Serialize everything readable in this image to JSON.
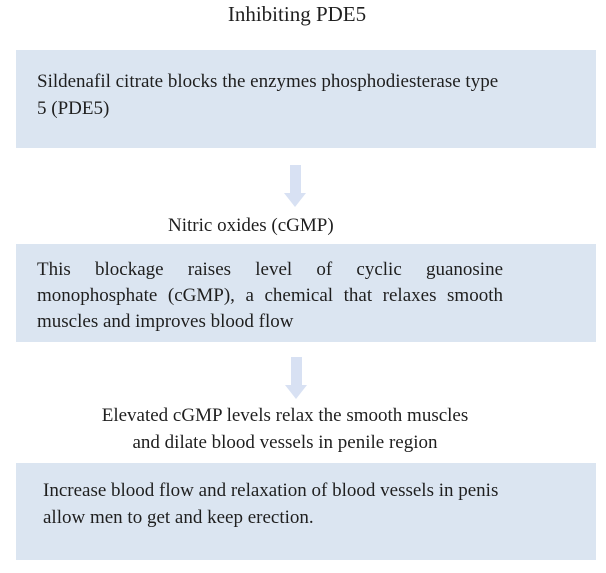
{
  "title": "Inhibiting PDE5",
  "colors": {
    "background": "#ffffff",
    "box_fill": "#dbe5f1",
    "arrow_fill": "#d8e1f3",
    "text": "#1f1f1f"
  },
  "flow": {
    "step1_box": {
      "lines": [
        "Sildenafil citrate blocks the enzymes phosphodiesterase type",
        "5 (PDE5)"
      ]
    },
    "arrow1": {
      "icon": "down-arrow"
    },
    "step2_heading": "Nitric oxides (cGMP)",
    "step2_box": {
      "lines": [
        "This blockage raises level of cyclic guanosine",
        "monophosphate (cGMP), a chemical that relaxes smooth",
        "muscles and improves blood flow"
      ]
    },
    "arrow2": {
      "icon": "down-arrow"
    },
    "step3_caption": {
      "lines": [
        "Elevated cGMP levels relax the smooth muscles",
        "and dilate blood vessels in penile region"
      ]
    },
    "step4_box": {
      "lines": [
        "Increase blood flow and relaxation of blood vessels in penis",
        "allow men to get and keep erection."
      ]
    }
  }
}
